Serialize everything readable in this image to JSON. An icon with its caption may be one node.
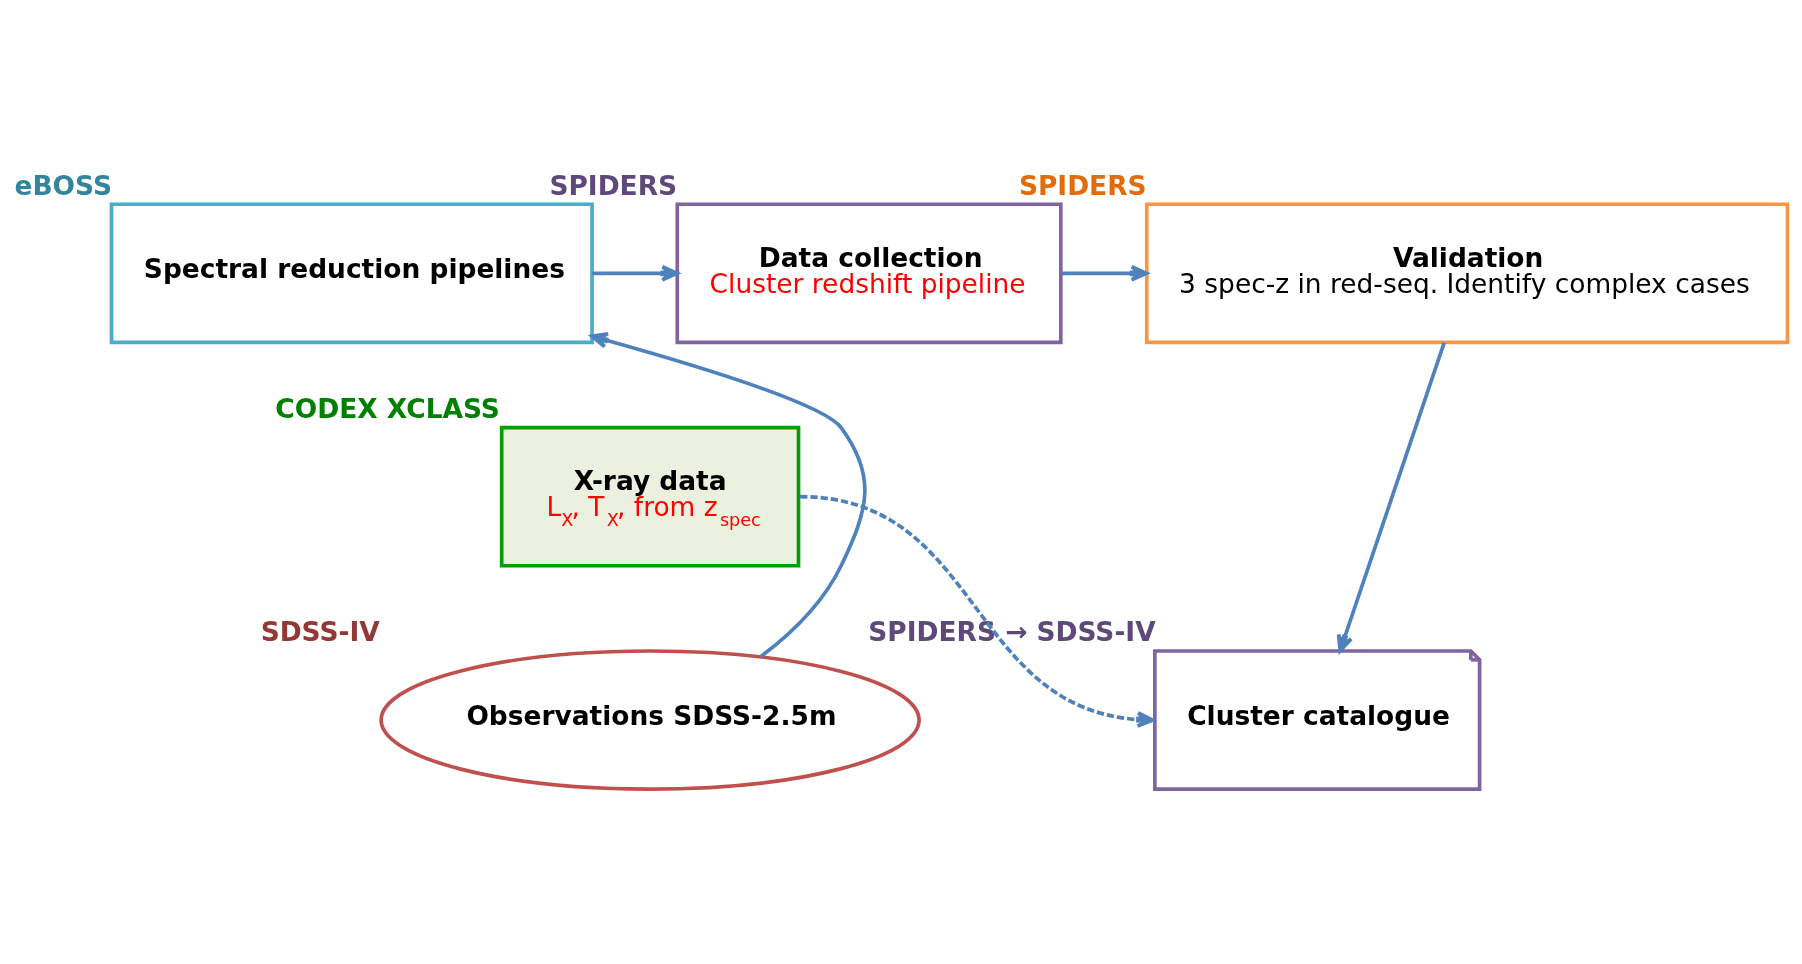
{
  "diagram": {
    "nodes": [
      {
        "text": [
          "Spectral reduction pipelines"
        ],
        "beside": [
          "eBOSS"
        ]
      },
      {
        "text": [
          "Data collection",
          "Cluster redshift pipeline"
        ],
        "beside": [
          "SPIDERS"
        ]
      },
      {
        "text": [
          "Validation",
          "3 spec-z in red-seq. Identify complex cases"
        ],
        "beside": [
          "SPIDERS"
        ]
      },
      {
        "text": [
          "X-ray data",
          "L$_{X}$, T$_{X}$, from z$_{spec}$"
        ],
        "beside": [
          "CODEX XCLASS"
        ]
      },
      {
        "text": [
          "Observations SDSS-2.5m"
        ],
        "beside": [
          "SDSS-IV"
        ]
      },
      {
        "text": [
          "Cluster catalogue"
        ],
        "beside": [
          "SPIDERS → SDSS-IV"
        ]
      }
    ],
    "edges": [
      {
        "from": 4,
        "to": 0,
        "arrow": "to"
      },
      {
        "from": 0,
        "to": 1,
        "arrow": "to"
      },
      {
        "from": 1,
        "to": 2,
        "arrow": "to"
      },
      {
        "from": 2,
        "to": 5,
        "arrow": "to"
      },
      {
        "from": 3,
        "to": 5,
        "arrow": "to",
        "style": "dashed"
      }
    ]
  }
}
